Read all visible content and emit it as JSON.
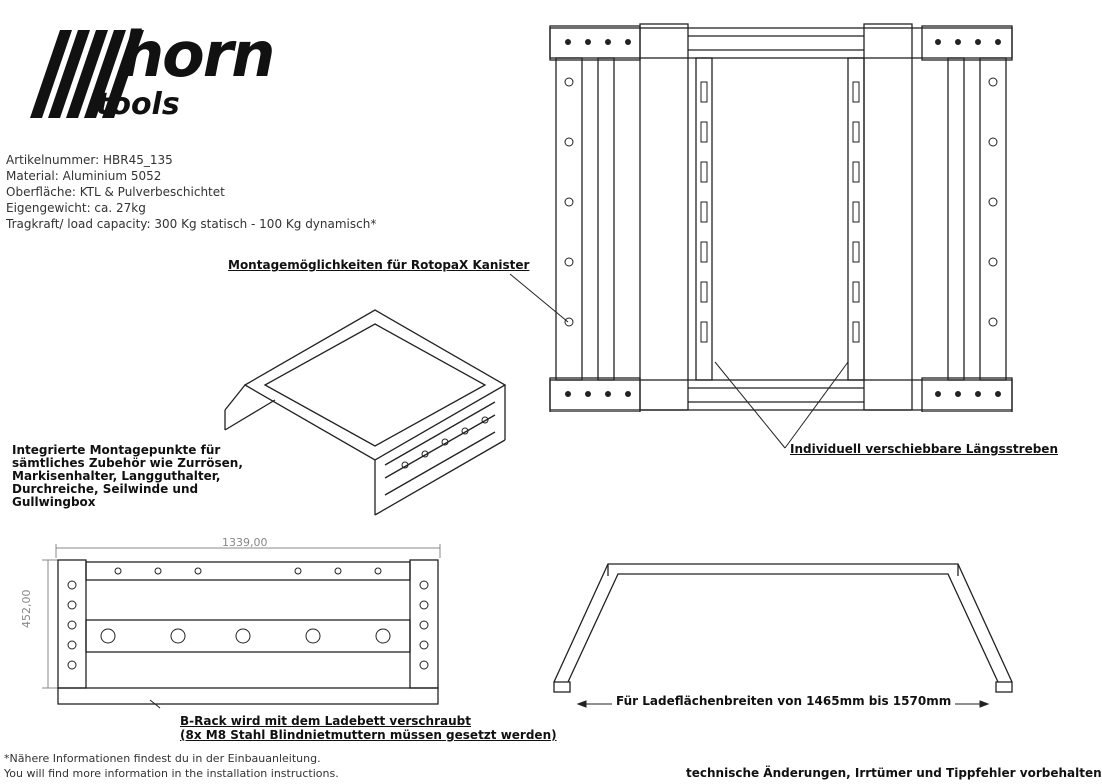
{
  "logo": {
    "brand": "horn",
    "sub": "tools"
  },
  "specs": [
    "Artikelnummer: HBR45_135",
    "Material: Aluminium 5052",
    "Oberfläche: KTL & Pulverbeschichtet",
    "Eigengewicht: ca. 27kg",
    "Tragkraft/ load capacity: 300 Kg statisch - 100 Kg dynamisch*"
  ],
  "callouts": {
    "rotopax": "Montagemöglichkeiten für RotopaX Kanister",
    "struts": "Individuell verschiebbare Längsstreben",
    "mount_points": [
      "Integrierte Montagepunkte für",
      "sämtliches Zubehör wie Zurrösen,",
      "Markisenhalter, Langguthalter,",
      "Durchreiche, Seilwinde und",
      "Gullwingbox"
    ],
    "bolted": [
      "B-Rack wird mit dem Ladebett verschraubt",
      "(8x M8 Stahl Blindnietmuttern müssen gesetzt werden)"
    ],
    "bed_width": "Für Ladeflächenbreiten von 1465mm bis 1570mm"
  },
  "dimensions": {
    "width": "1339,00",
    "height": "452,00"
  },
  "footer": {
    "note_de": "*Nähere Informationen findest du in der Einbauanleitung.",
    "note_en": "You will find more information in the installation instructions.",
    "disclaimer": "technische Änderungen, Irrtümer und Tippfehler vorbehalten"
  }
}
